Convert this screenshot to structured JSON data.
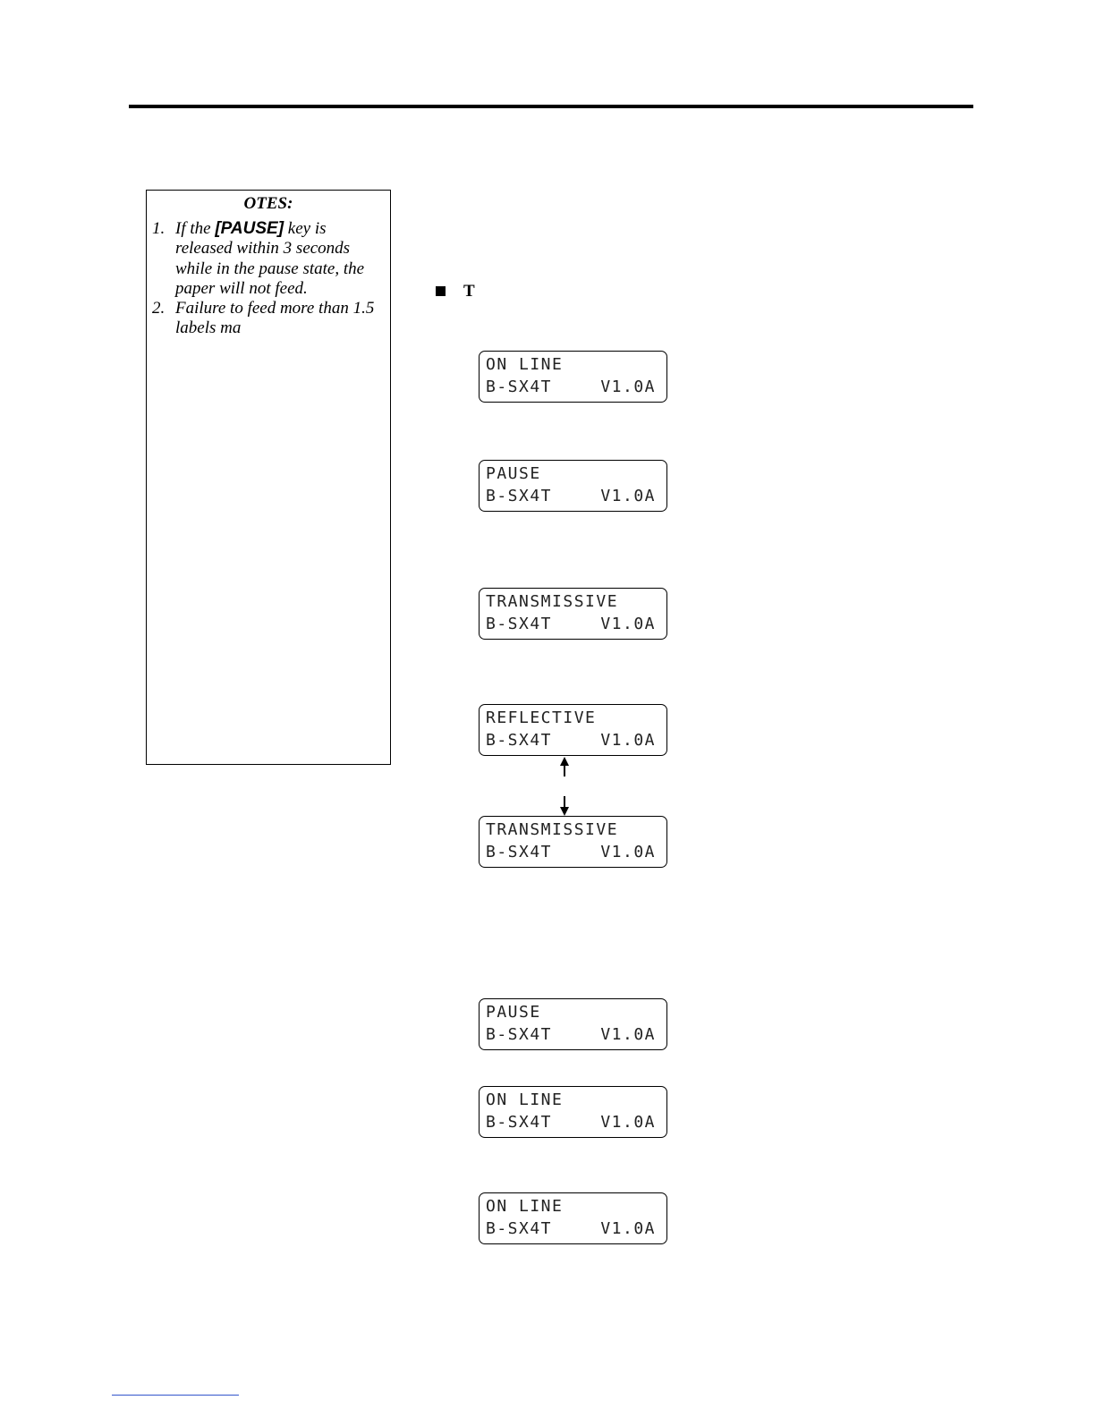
{
  "notes": {
    "title": "OTES:",
    "items": [
      {
        "num": "1.",
        "before": "If the ",
        "key": "[PAUSE]",
        "after": " key is released within 3 seconds while in the pause state, the paper will not feed."
      },
      {
        "num": "2.",
        "text": "Failure to feed more than 1.5 labels ma"
      }
    ]
  },
  "section": {
    "letter": "T"
  },
  "displays": [
    {
      "line1": "ON LINE",
      "model": "B-SX4T",
      "version": "V1.0A"
    },
    {
      "line1": "PAUSE",
      "model": "B-SX4T",
      "version": "V1.0A"
    },
    {
      "line1": "TRANSMISSIVE",
      "model": "B-SX4T",
      "version": "V1.0A"
    },
    {
      "line1": "REFLECTIVE",
      "model": "B-SX4T",
      "version": "V1.0A"
    },
    {
      "line1": "TRANSMISSIVE",
      "model": "B-SX4T",
      "version": "V1.0A"
    },
    {
      "line1": "PAUSE",
      "model": "B-SX4T",
      "version": "V1.0A"
    },
    {
      "line1": "ON LINE",
      "model": "B-SX4T",
      "version": "V1.0A"
    },
    {
      "line1": "ON LINE",
      "model": "B-SX4T",
      "version": "V1.0A"
    }
  ],
  "icons": {
    "toggle_up": "arrow-up-icon",
    "toggle_down": "arrow-down-icon",
    "bullet": "square-bullet-icon"
  }
}
